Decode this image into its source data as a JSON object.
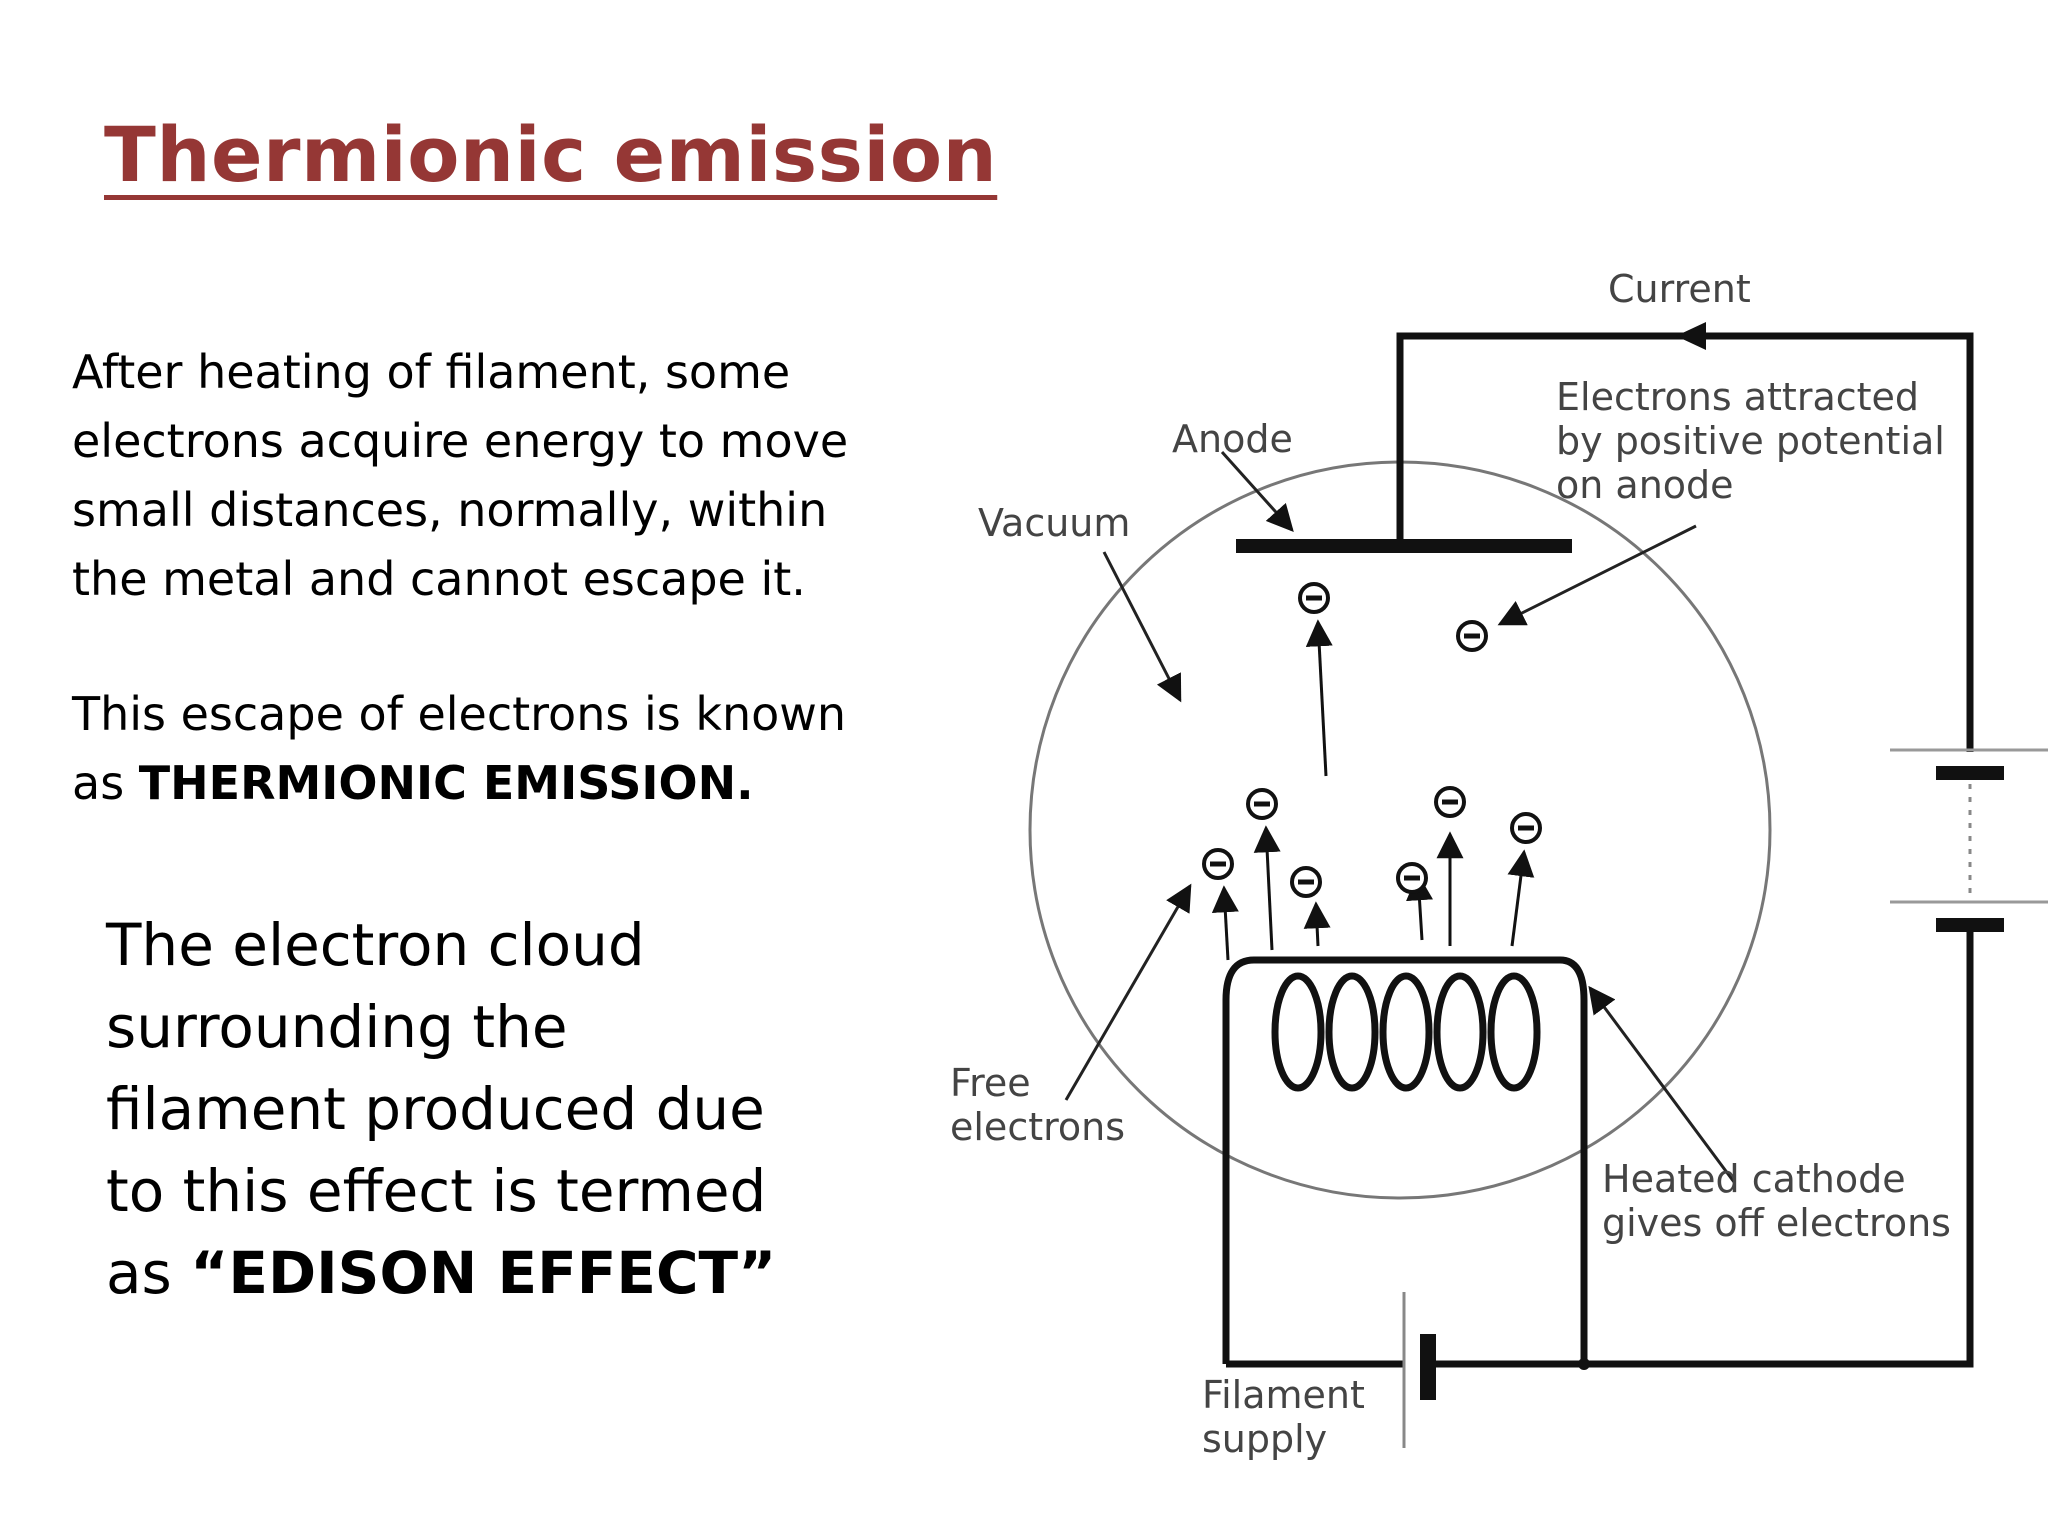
{
  "slide": {
    "title": "Thermionic emission",
    "paragraph1": "After heating of filament, some electrons acquire energy to move small distances, normally, within the metal and cannot escape it.",
    "paragraph2_prefix": "This escape of electrons is known as ",
    "paragraph2_bold": "THERMIONIC EMISSION.",
    "paragraph3_prefix": "The electron cloud surrounding the filament produced due to this effect is termed as ",
    "paragraph3_bold": "“EDISON EFFECT”"
  },
  "diagram": {
    "labels": {
      "current": "Current",
      "anode": "Anode",
      "vacuum": "Vacuum",
      "attracted_line1": "Electrons attracted",
      "attracted_line2": "by positive potential",
      "attracted_line3": "on anode",
      "free_line1": "Free",
      "free_line2": "electrons",
      "cathode_line1": "Heated cathode",
      "cathode_line2": "gives off electrons",
      "supply_line1": "Filament",
      "supply_line2": "supply"
    },
    "electron_symbol": "minus-sign"
  }
}
